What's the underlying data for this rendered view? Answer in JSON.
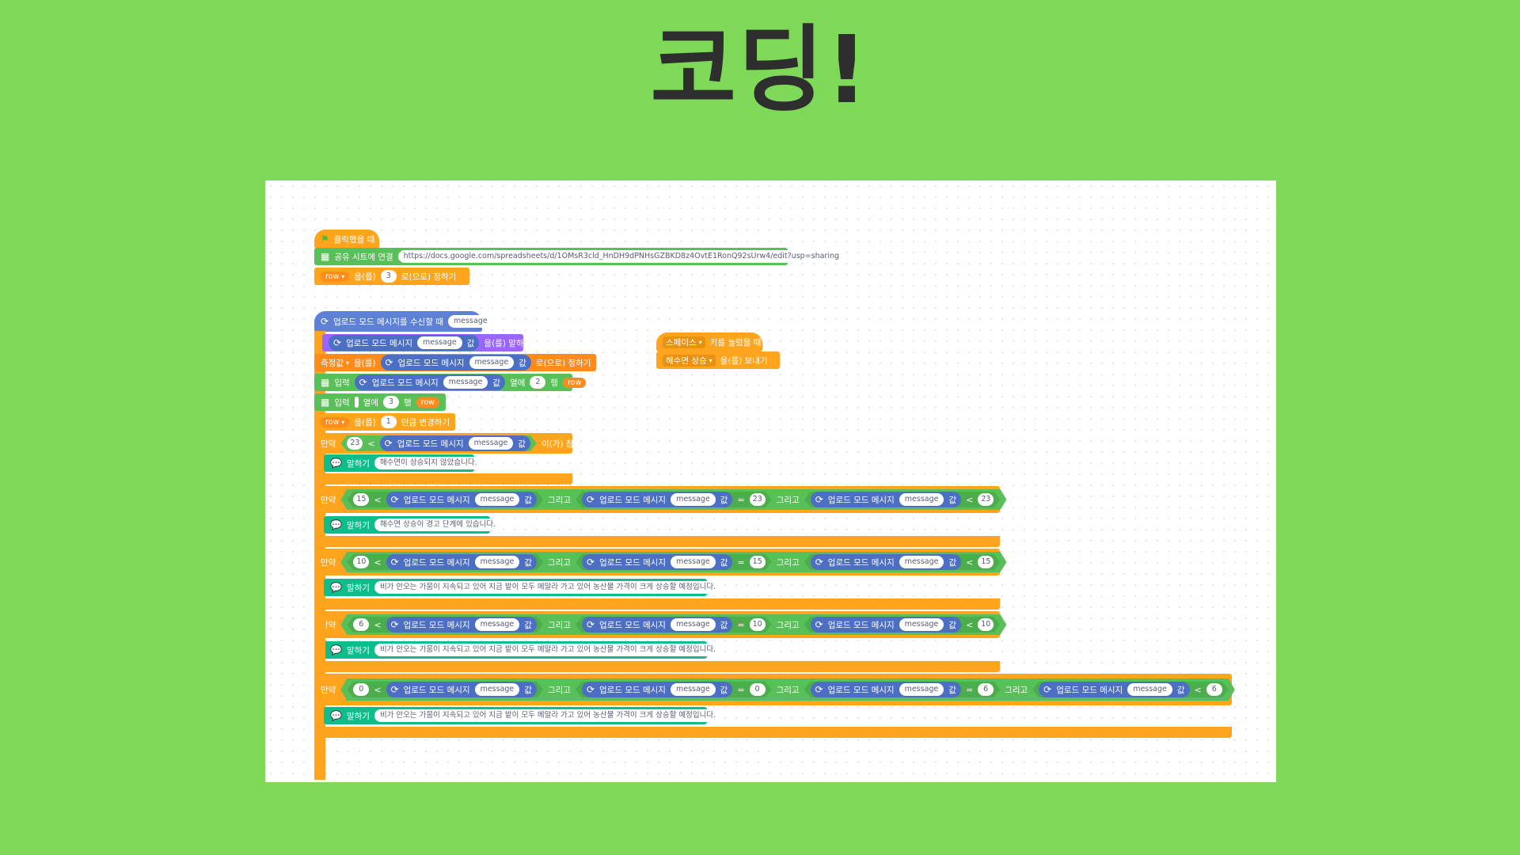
{
  "title": "코딩!",
  "colors": {
    "background": "#7fd958",
    "events": "#ffa41c",
    "variables": "#ff8c1a",
    "extension": "#59c059",
    "sensing": "#5c81d6",
    "looks": "#0fbd8c"
  },
  "script1": {
    "hat": "클릭했을 때",
    "sheet_label": "공유 시트에 연결",
    "sheet_url": "https://docs.google.com/spreadsheets/d/1OMsR3cld_HnDH9dPNHsGZBKD8z4OvtE1RonQ92sUrw4/edit?usp=sharing",
    "set_var": "row",
    "set_mid": "을(를)",
    "set_value": "3",
    "set_tail": "로(으로) 정하기"
  },
  "script2": {
    "hat": "업로드 모드 메시지를 수신할 때",
    "msg_param": "message",
    "msg_label": "업로드 모드 메시지",
    "value_suffix": "값",
    "say_line": {
      "suffix": "을(를) 말하기"
    },
    "set_line": {
      "var": "측정값",
      "mid": "을(를)",
      "tail": "로(으로) 정하기"
    },
    "input_line1": {
      "label": "입력",
      "col_label": "열에",
      "col": "2",
      "row_label": "행",
      "row_var": "row"
    },
    "input_line2": {
      "label": "입력",
      "col_label": "열에",
      "col": "3",
      "row_label": "행",
      "row_var": "row"
    },
    "change_line": {
      "var": "row",
      "mid": "을(를)",
      "value": "1",
      "tail": "만큼 변경하기"
    },
    "if_label": "만약",
    "and_label": "그리고",
    "then_label": "이(가) 참이면",
    "say_label": "말하기",
    "if1": {
      "lhs": "23",
      "op": "<",
      "say": "해수면이 상승되지 않았습니다."
    },
    "if2": {
      "lhs": "15",
      "op": "<",
      "op2": "=",
      "v2": "23",
      "op3": "<",
      "v3": "23",
      "say": "해수면 상승이 경고 단계에 있습니다."
    },
    "if3": {
      "lhs": "10",
      "op": "<",
      "op2": "=",
      "v2": "15",
      "op3": "<",
      "v3": "15",
      "say": "비가 안오는 가뭄이 지속되고 있어 지금 밭이 모두 메말라 가고 있어 농산물 가격이 크게 상승할 예정입니다."
    },
    "if4": {
      "lhs": "6",
      "op": "<",
      "op2": "=",
      "v2": "10",
      "op3": "<",
      "v3": "10",
      "say": "비가 안오는 가뭄이 지속되고 있어 지금 밭이 모두 메말라 가고 있어 농산물 가격이 크게 상승할 예정입니다."
    },
    "if5": {
      "lhs": "0",
      "op": "<",
      "op2": "=",
      "v2": "0",
      "op3": "=",
      "v3": "6",
      "op4": "<",
      "v4": "6",
      "say": "비가 안오는 가뭄이 지속되고 있어 지금 밭이 모두 메말라 가고 있어 농산물 가격이 크게 상승할 예정입니다."
    }
  },
  "script3": {
    "key": "스페이스",
    "hat_tail": "키를 눌렀을 때",
    "msg": "해수면 상승",
    "send_tail": "을(를) 보내기"
  }
}
